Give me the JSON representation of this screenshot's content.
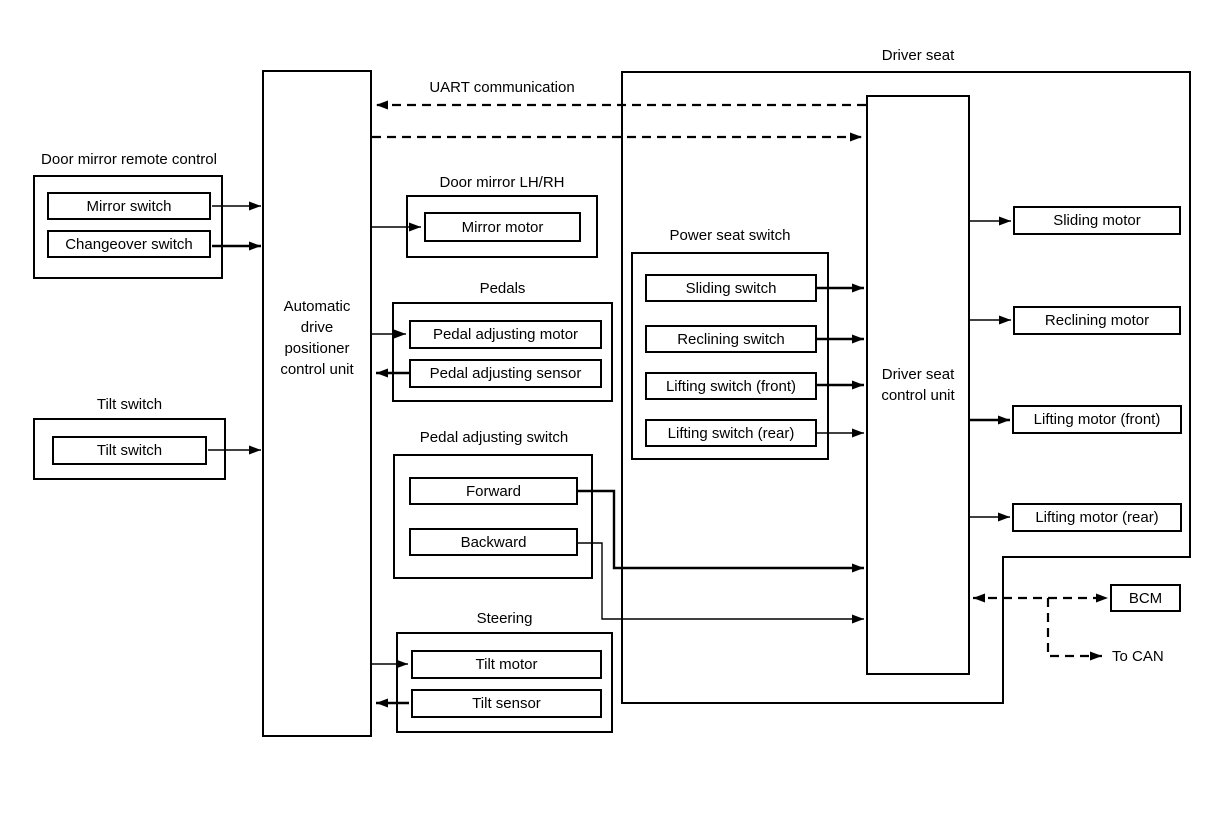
{
  "colors": {
    "line": "#000000",
    "text": "#000000",
    "background": "#ffffff"
  },
  "labels": {
    "door_mirror_remote_control": "Door mirror remote control",
    "mirror_switch": "Mirror switch",
    "changeover_switch": "Changeover switch",
    "tilt_switch_title": "Tilt switch",
    "tilt_switch": "Tilt switch",
    "adp_control_unit": "Automatic drive positioner control unit",
    "uart_communication": "UART communication",
    "door_mirror_lhrh": "Door mirror LH/RH",
    "mirror_motor": "Mirror motor",
    "pedals": "Pedals",
    "pedal_adjusting_motor": "Pedal adjusting motor",
    "pedal_adjusting_sensor": "Pedal adjusting sensor",
    "pedal_adjusting_switch": "Pedal adjusting switch",
    "forward": "Forward",
    "backward": "Backward",
    "steering": "Steering",
    "tilt_motor": "Tilt motor",
    "tilt_sensor": "Tilt sensor",
    "driver_seat": "Driver seat",
    "power_seat_switch": "Power seat switch",
    "sliding_switch": "Sliding switch",
    "reclining_switch": "Reclining switch",
    "lifting_switch_front": "Lifting switch (front)",
    "lifting_switch_rear": "Lifting switch (rear)",
    "driver_seat_control_unit": "Driver seat control unit",
    "sliding_motor": "Sliding motor",
    "reclining_motor": "Reclining motor",
    "lifting_motor_front": "Lifting motor (front)",
    "lifting_motor_rear": "Lifting motor (rear)",
    "bcm": "BCM",
    "to_can": "To CAN"
  }
}
